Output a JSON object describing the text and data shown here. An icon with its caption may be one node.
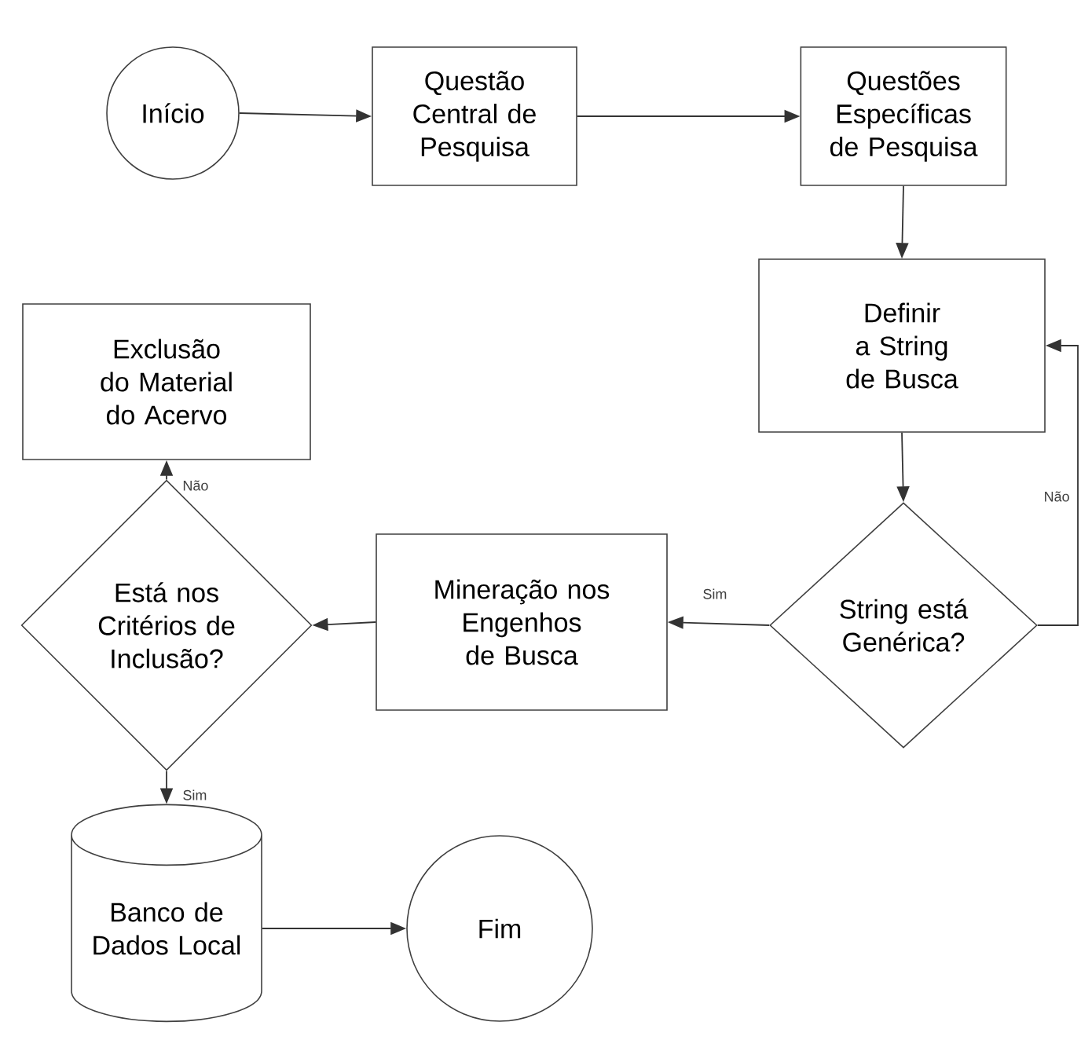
{
  "diagram": {
    "nodes": [
      {
        "text": [
          "Início"
        ]
      },
      {
        "text": [
          "Questão Central de Pesquisa"
        ]
      },
      {
        "text": [
          "Questões Específicas de Pesquisa"
        ]
      },
      {
        "text": [
          "Exclusão do Material do Acervo"
        ]
      },
      {
        "text": [
          "Definir a String de Busca"
        ]
      },
      {
        "text": [
          "Está nos Critérios de Inclusão?"
        ]
      },
      {
        "text": [
          "Mineração nos Engenhos de Busca"
        ]
      },
      {
        "text": [
          "String está Genérica?"
        ]
      },
      {
        "text": [
          "Banco de Dados Local"
        ]
      },
      {
        "text": [
          "Fim"
        ]
      }
    ],
    "edges": [
      {
        "from": 0,
        "to": 1,
        "arrow": "to"
      },
      {
        "from": 1,
        "to": 2,
        "arrow": "to"
      },
      {
        "from": 2,
        "to": 4,
        "arrow": "to"
      },
      {
        "from": 4,
        "to": 7,
        "arrow": "to"
      },
      {
        "from": 7,
        "to": 6,
        "arrow": "to",
        "label": "Sim"
      },
      {
        "from": 7,
        "to": 4,
        "arrow": "to",
        "label": "Não"
      },
      {
        "from": 6,
        "to": 5,
        "arrow": "to"
      },
      {
        "from": 5,
        "to": 3,
        "arrow": "to",
        "label": "Não"
      },
      {
        "from": 5,
        "to": 8,
        "arrow": "to",
        "label": "Sim"
      },
      {
        "from": 8,
        "to": 9,
        "arrow": "to"
      }
    ]
  }
}
